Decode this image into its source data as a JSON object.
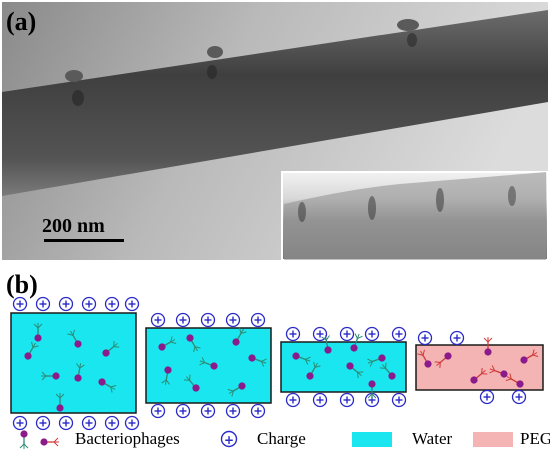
{
  "panel_a": {
    "label": "(a)",
    "scale_bar_text": "200 nm"
  },
  "panel_b": {
    "label": "(b)",
    "charge_symbol": "+",
    "legend": {
      "bacteriophages": "Bacteriophages",
      "charge": "Charge",
      "water": "Water",
      "peg": "PEG"
    },
    "colors": {
      "water": "#19E6EE",
      "peg": "#F5B4B4",
      "phage_head": "#8B1A8B",
      "phage_tail_water": "#2E8B74",
      "phage_tail_peg": "#D03A3A",
      "charge_circle": "#2A2AC8"
    }
  }
}
